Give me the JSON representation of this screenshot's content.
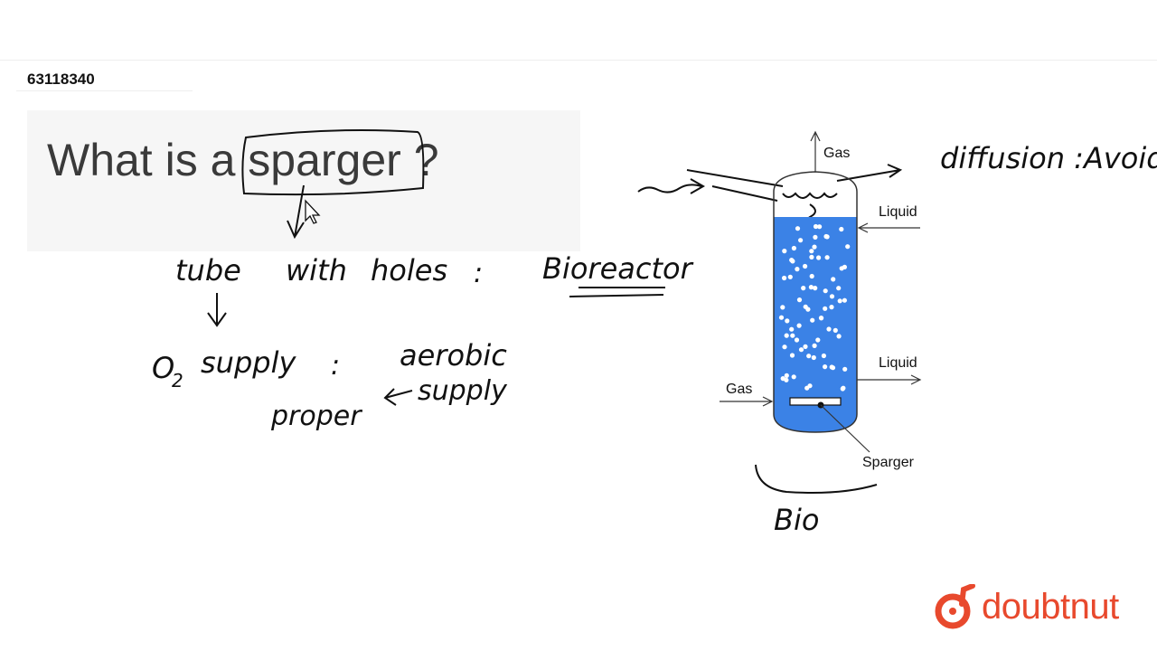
{
  "question_id": "63118340",
  "question": {
    "text": "What is a sparger ?"
  },
  "notes": {
    "line1_a": "tube",
    "line1_b": "with",
    "line1_c": "holes",
    "line1_colon": ":",
    "line1_d": "Bioreactor",
    "line2_a": "O",
    "line2_sub": "2",
    "line2_b": "supply",
    "line2_colon": ":",
    "line2_c": "aerobic",
    "line3_a": "supply",
    "line3_b": "proper",
    "top_right": "diffusion :Avoid",
    "bottom": "Bio"
  },
  "diagram": {
    "label_gas_top": "Gas",
    "label_liquid_in": "Liquid",
    "label_liquid_out": "Liquid",
    "label_gas_in": "Gas",
    "label_sparger": "Sparger",
    "liquid_color": "#3b82e6"
  },
  "logo": {
    "text": "doubtnut",
    "color": "#e8492d"
  }
}
